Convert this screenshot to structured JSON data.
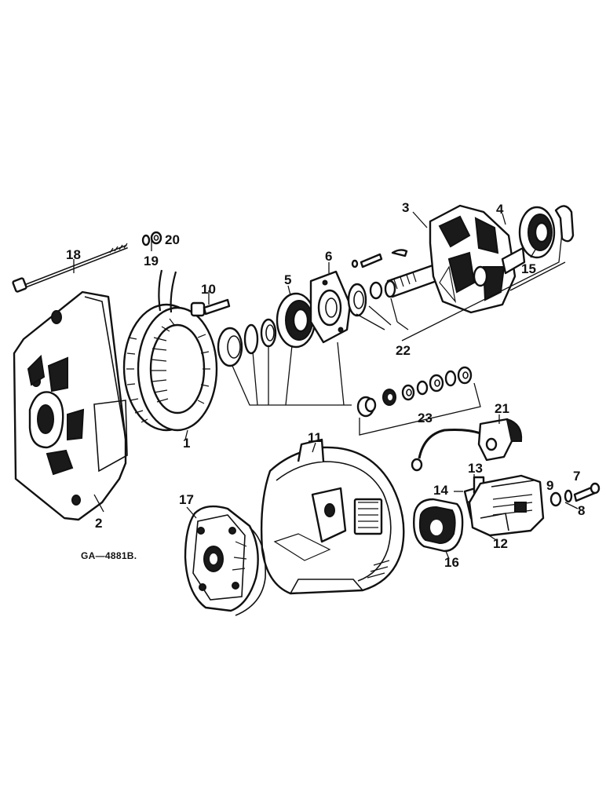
{
  "drawing_code": "GA—4881B.",
  "callouts": {
    "c1": "1",
    "c2": "2",
    "c3": "3",
    "c4": "4",
    "c5": "5",
    "c6": "6",
    "c7": "7",
    "c8": "8",
    "c9": "9",
    "c10": "10",
    "c11": "11",
    "c12": "12",
    "c13": "13",
    "c14": "14",
    "c15": "15",
    "c16": "16",
    "c17": "17",
    "c18": "18",
    "c19": "19",
    "c20": "20",
    "c21": "21",
    "c22": "22",
    "c23": "23"
  }
}
